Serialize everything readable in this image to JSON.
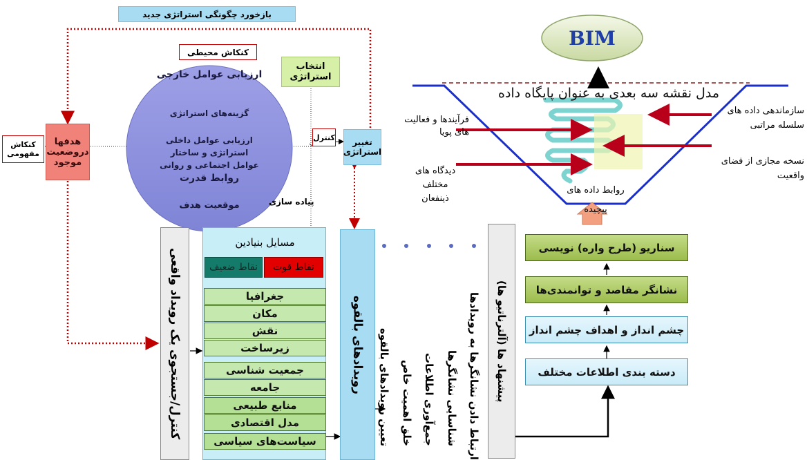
{
  "top_banner": "بازخورد چگونگی استراتژی جدید",
  "bim_label": "BIM",
  "env_interaction": "کنکاش محیطی",
  "circle": {
    "external_eval": "ارزیابی عوامل خارجی",
    "strategy_options": "گزینه‌های استراتژی",
    "internal_eval": "ارزیابی عوامل داخلی",
    "strategy_structure": "استراتژی و ساختار",
    "social_factors": "عوامل اجتماعی و روانی",
    "power_relations": "روابط قدرت",
    "goal_position": "موقعیت هدف"
  },
  "strategy_selection": "انتخاب استراتژی",
  "control": "کنترل",
  "strategy_change": "تغییر استراتژی",
  "conceptual_interaction": "کنکاش مفهومی",
  "goals_box": "هدفها دروضعیت موجود",
  "implementation": "پیاده سازی",
  "search_control": "کنترل/جستجوی یک رویداد واقعی",
  "fundamentals": {
    "title": "مسایل بنیادین",
    "strengths": "نقاط قوت",
    "weaknesses": "نقاط ضعیف",
    "factors": [
      "جغرافیا",
      "مکان",
      "نقش",
      "زیرساخت",
      "جمعیت شناسی",
      "جامعه",
      "منابع طبیعی",
      "مدل  اقتصادی",
      "سیاست‌های سیاسی"
    ]
  },
  "potential_events": "رویدادهای بالقوه",
  "bullets": [
    "تعیین رویدادهای بالقوه",
    "خلق اهمیت خاص",
    "جمع‌آوری اطلاعات",
    "شناسایی نشانگرها",
    "ارتباط دادن نشانگرها به رویدادها"
  ],
  "proposals": "پیشنهاد ها (آلترناتیو ها)",
  "steps": [
    "سناریو (طرح واره) نویسی",
    "نشانگر مقاصد و توانمندی‌ها",
    "چشم انداز و اهداف چشم انداز",
    "دسته بندی اطلاعات مختلف"
  ],
  "model_title": "مدل نقشه سه بعدی به عنوان پایگاه داده",
  "left_labels": {
    "processes": "فرآیندها و فعالیت های پویا",
    "viewpoints": "دیدگاه های مختلف ذینفعان"
  },
  "right_labels": {
    "hierarchy": "سازماندهی داده های سلسله مراتبی",
    "virtual_copy": "نسخه مجازی از فضای واقعیت"
  },
  "complex_relations": "روابط داده های پیچیده"
}
